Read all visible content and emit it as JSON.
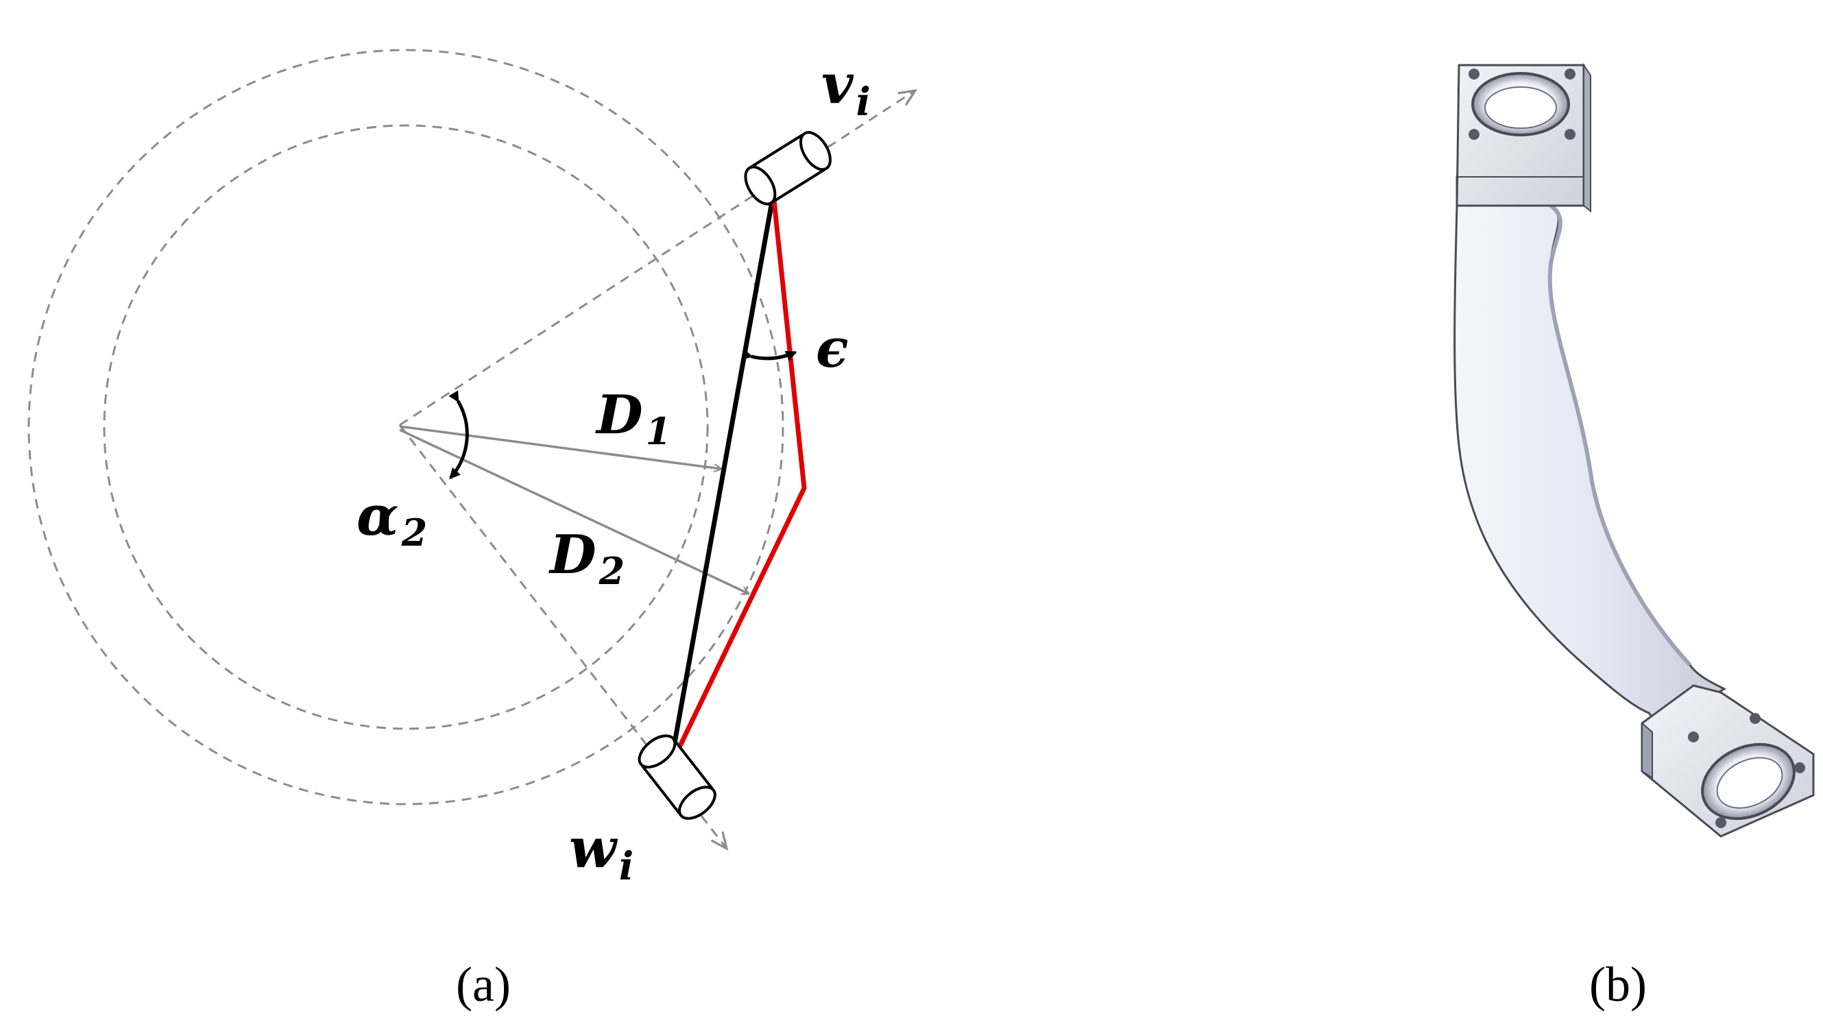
{
  "panel_a": {
    "caption": "(a)",
    "labels": {
      "v_main": "v",
      "v_sub": "i",
      "w_main": "w",
      "w_sub": "i",
      "epsilon": "ϵ",
      "d1_main": "D",
      "d1_sub": "1",
      "d2_main": "D",
      "d2_sub": "2",
      "alpha_main": "α",
      "alpha_sub": "2"
    },
    "colors": {
      "construction": "#8c8c8c",
      "straight_link": "#000000",
      "bent_link": "#e00000"
    }
  },
  "panel_b": {
    "caption": "(b)",
    "colors": {
      "bracket_body": "#e8ebf5",
      "bracket_edge": "#4a4a55",
      "bracket_shadow": "#b9bdcc"
    }
  }
}
